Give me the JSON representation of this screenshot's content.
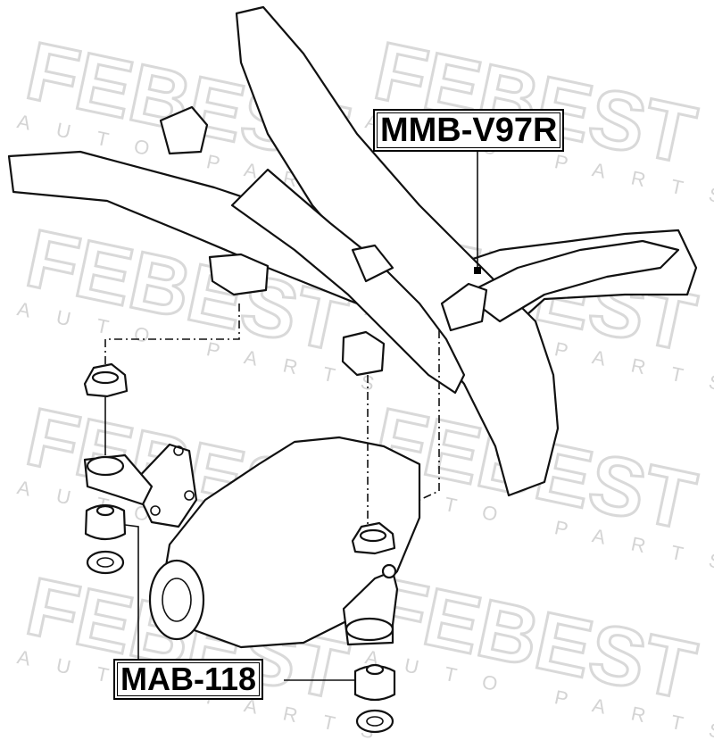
{
  "watermark": {
    "brand": "FEBEST",
    "tagline": "AUTO PARTS"
  },
  "labels": {
    "upper_part": "MMB-V97R",
    "lower_part": "MAB-118"
  }
}
